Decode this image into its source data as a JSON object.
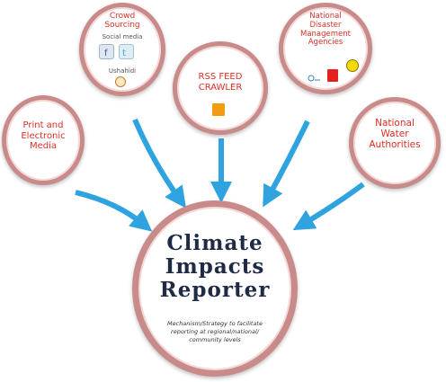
{
  "colors": {
    "arrow": "#2ea3e0",
    "ring": "#c98a8a",
    "label": "#d93025",
    "title": "#1f2a44",
    "rss_icon": "#f39c12",
    "red_icon": "#e62020"
  },
  "nodes": {
    "crowd": {
      "title": "Crowd\nSourcing",
      "social_label": "Social media",
      "other_label": "Ushahidi",
      "icons": [
        "facebook-icon",
        "twitter-icon",
        "ushahidi-icon"
      ]
    },
    "rss": {
      "title": "RSS FEED\nCRAWLER",
      "icon": "rss-icon"
    },
    "disaster": {
      "title": "National\nDisaster\nManagement\nAgencies",
      "icons": [
        "agency-logo-icon",
        "red-square-icon",
        "hazard-icon"
      ]
    },
    "print": {
      "title": "Print and\nElectronic\nMedia"
    },
    "water": {
      "title": "National\nWater\nAuthorities"
    },
    "main": {
      "title": "Climate\nImpacts\nReporter",
      "subtitle": "Mechanism/Strategy to facilitate\nreporting at regional/national/\ncommunity levels"
    }
  }
}
